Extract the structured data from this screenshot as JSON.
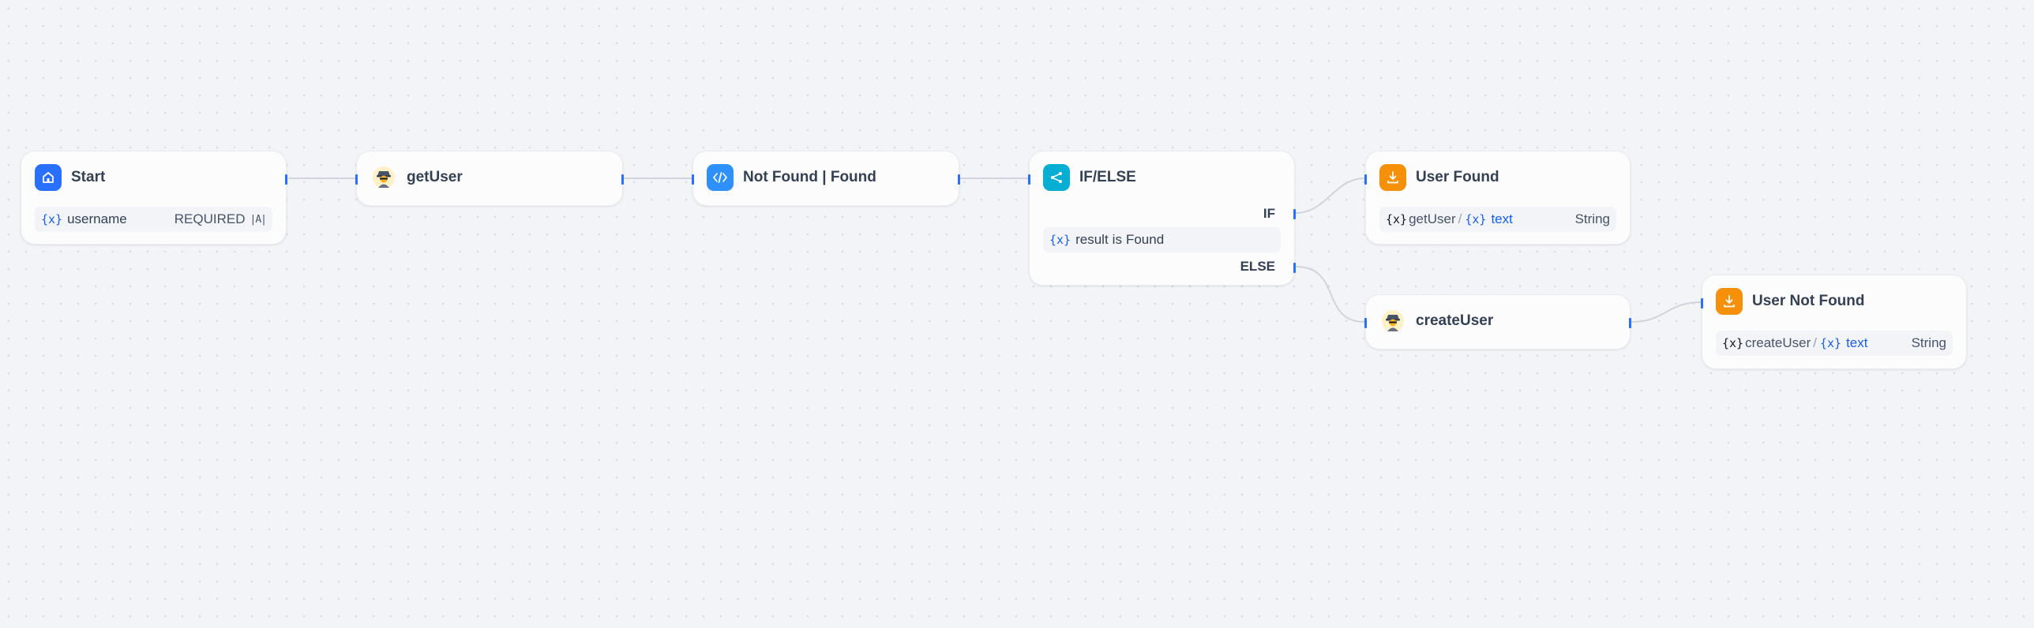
{
  "colors": {
    "canvas": "#f2f4f7",
    "start_icon": "#2970ff",
    "code_icon": "#2e90fa",
    "ifelse_icon": "#06aed4",
    "answer_icon": "#f79009",
    "handle": "#2970ff",
    "var_accent": "#155eef"
  },
  "nodes": {
    "start": {
      "title": "Start",
      "icon": "home-icon",
      "variable": {
        "symbol": "{x}",
        "name": "username",
        "required": "REQUIRED",
        "type_icon": "|A|"
      }
    },
    "get_user": {
      "title": "getUser",
      "icon": "agent-avatar-icon"
    },
    "not_found": {
      "title": "Not Found | Found",
      "icon": "code-icon"
    },
    "if_else": {
      "title": "IF/ELSE",
      "icon": "branch-icon",
      "if_label": "IF",
      "else_label": "ELSE",
      "condition": {
        "symbol": "{x}",
        "variable": "result",
        "operator": "is",
        "value": "Found"
      }
    },
    "user_found": {
      "title": "User Found",
      "icon": "answer-icon",
      "output": {
        "symbol": "{x}",
        "node": "getUser",
        "separator": "/",
        "var_symbol": "{x}",
        "variable": "text",
        "type": "String"
      }
    },
    "create_user": {
      "title": "createUser",
      "icon": "agent-avatar-icon"
    },
    "user_not_found": {
      "title": "User Not Found",
      "icon": "answer-icon",
      "output": {
        "symbol": "{x}",
        "node": "createUser",
        "separator": "/",
        "var_symbol": "{x}",
        "variable": "text",
        "type": "String"
      }
    }
  }
}
